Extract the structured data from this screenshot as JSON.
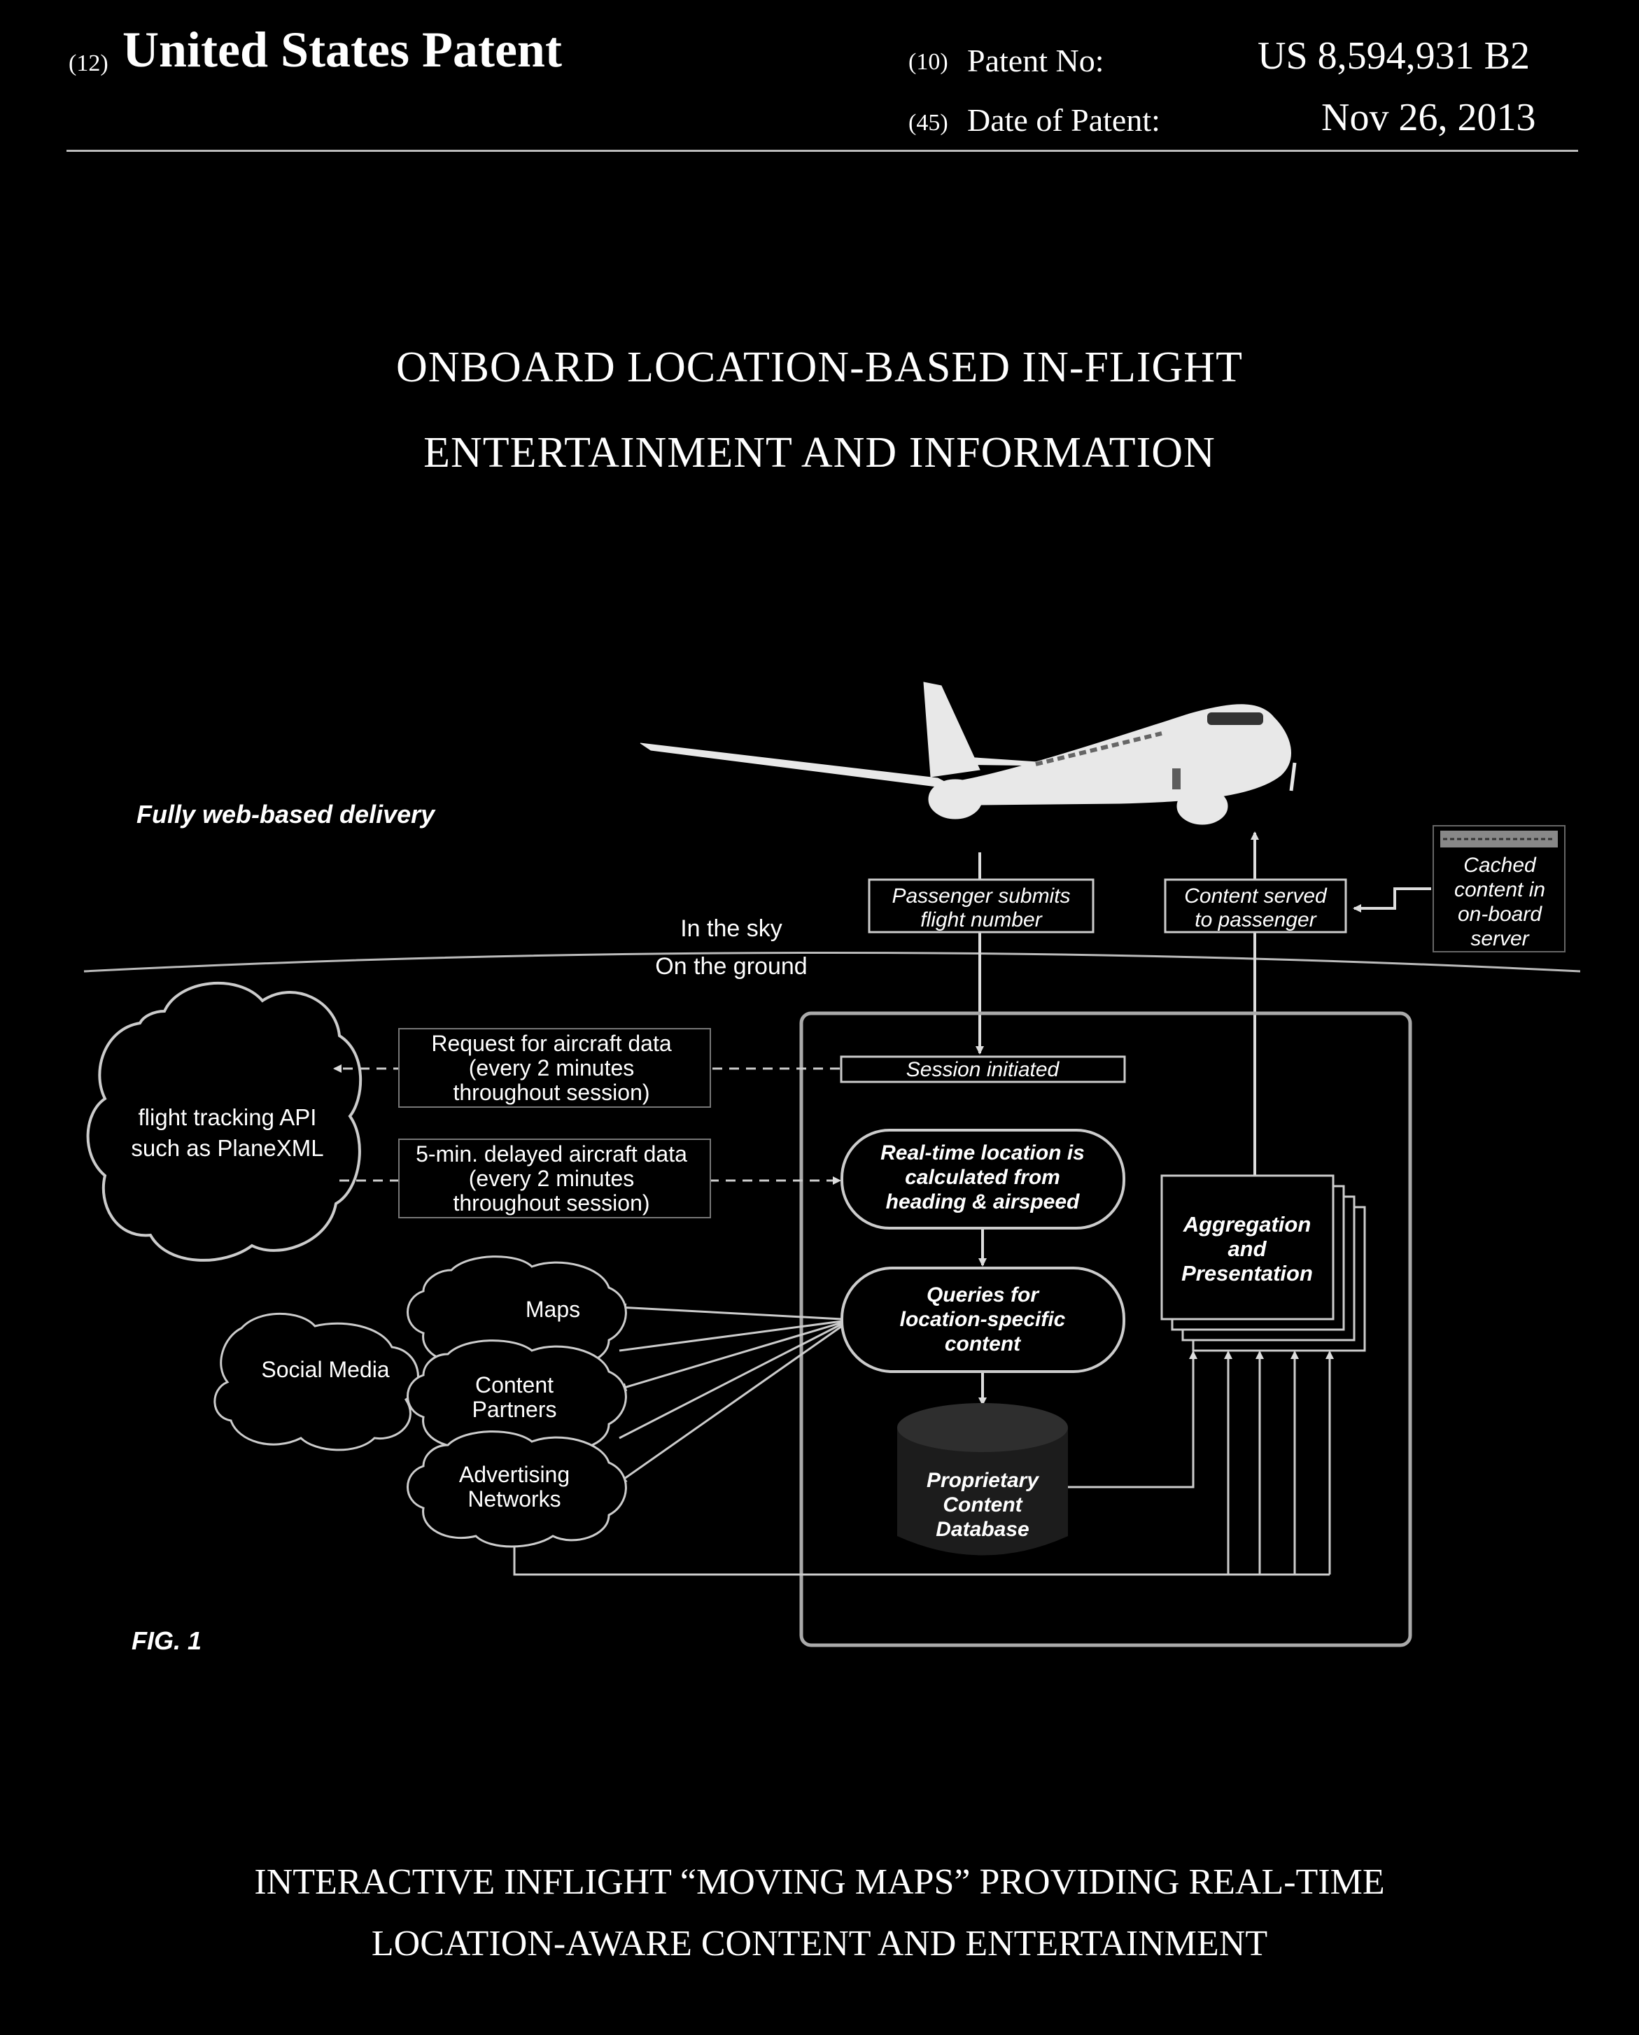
{
  "header": {
    "label_12": "(12)",
    "doc_type": "United States Patent",
    "label_10": "(10)",
    "patent_no_label": "Patent No:",
    "patent_no": "US 8,594,931 B2",
    "label_45": "(45)",
    "date_label": "Date of Patent:",
    "date": "Nov 26, 2013"
  },
  "title": {
    "line1": "ONBOARD LOCATION-BASED IN-FLIGHT",
    "line2": "ENTERTAINMENT AND INFORMATION"
  },
  "diagram": {
    "web_delivery": "Fully web-based delivery",
    "in_the_sky": "In the sky",
    "on_the_ground": "On the ground",
    "passenger_submits": [
      "Passenger submits",
      "flight number"
    ],
    "content_served": [
      "Content served",
      "to passenger"
    ],
    "cached": [
      "Cached",
      "content in",
      "on-board",
      "server"
    ],
    "session": "Session initiated",
    "request": [
      "Request for aircraft data",
      "(every 2 minutes",
      "throughout session)"
    ],
    "delayed": [
      "5-min. delayed aircraft data",
      "(every 2 minutes",
      "throughout session)"
    ],
    "flight_api": [
      "flight tracking API",
      "such as PlaneXML"
    ],
    "realtime": [
      "Real-time location is",
      "calculated from",
      "heading & airspeed"
    ],
    "queries": [
      "Queries for",
      "location-specific",
      "content"
    ],
    "aggregation": [
      "Aggregation",
      "and",
      "Presentation"
    ],
    "database": [
      "Proprietary",
      "Content",
      "Database"
    ],
    "maps": "Maps",
    "social": "Social Media",
    "content_partners": [
      "Content",
      "Partners"
    ],
    "advertising": [
      "Advertising",
      "Networks"
    ],
    "fig": "FIG. 1"
  },
  "footer": {
    "line1": "INTERACTIVE INFLIGHT “MOVING MAPS” PROVIDING REAL-TIME",
    "line2": "LOCATION-AWARE CONTENT AND ENTERTAINMENT"
  }
}
